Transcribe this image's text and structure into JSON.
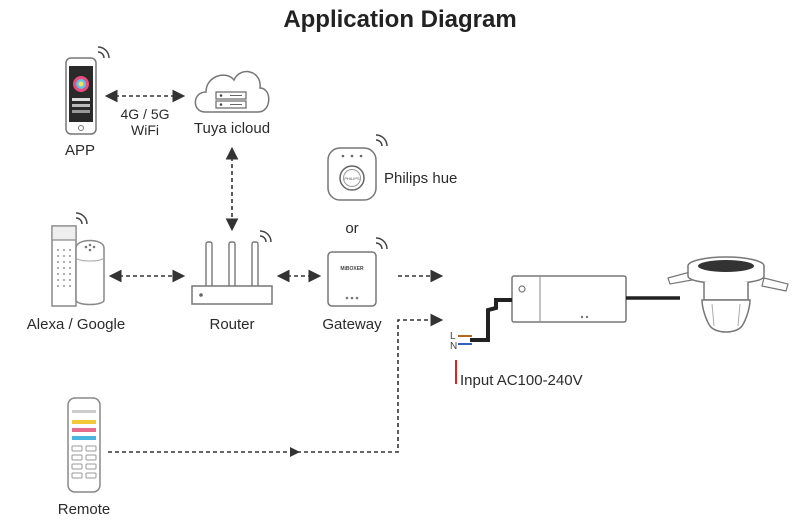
{
  "title": "Application Diagram",
  "labels": {
    "app": "APP",
    "net_line1": "4G / 5G",
    "net_line2": "WiFi",
    "cloud": "Tuya icloud",
    "hue": "Philips hue",
    "or": "or",
    "alexa": "Alexa / Google",
    "router": "Router",
    "gateway": "Gateway",
    "remote": "Remote",
    "input": "Input AC100-240V",
    "l": "L",
    "n": "N",
    "hue_brand": "PHILIPS",
    "gateway_brand": "MiBOXER"
  },
  "colors": {
    "line": "#333333",
    "outline": "#8a8a8a",
    "input_marker": "#e02020",
    "wire_l": "#b5651d",
    "wire_n": "#3060c0"
  }
}
